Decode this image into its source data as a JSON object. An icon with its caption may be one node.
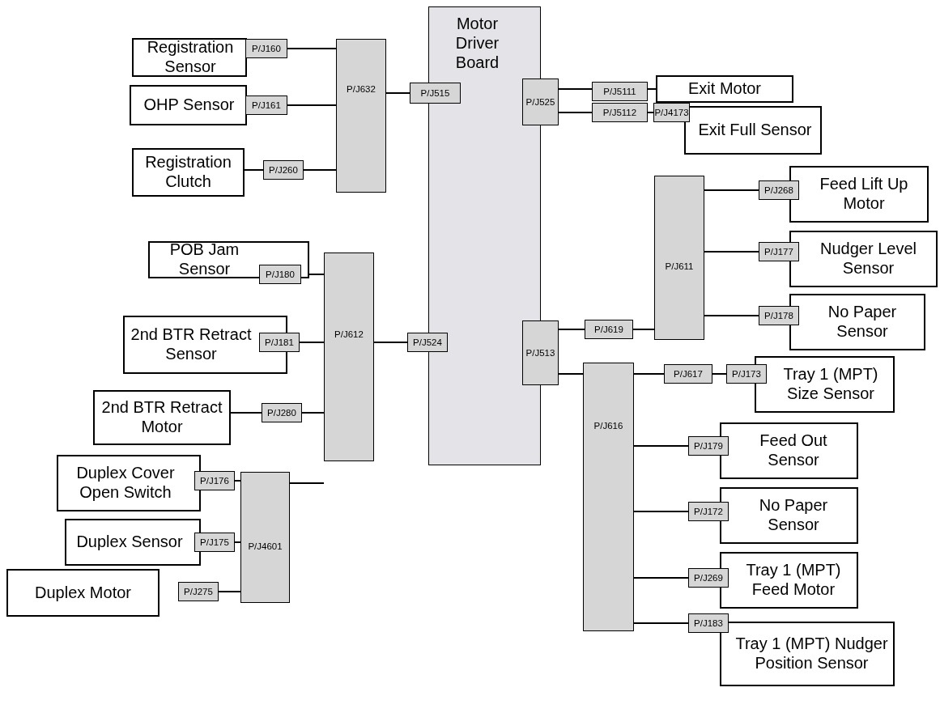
{
  "diagram": {
    "nodes": [
      {
        "text": [
          "Motor Driver Board"
        ]
      },
      {
        "text": [
          "Registration Sensor"
        ]
      },
      {
        "text": [
          "P/J160"
        ]
      },
      {
        "text": [
          "OHP Sensor"
        ]
      },
      {
        "text": [
          "P/J161"
        ]
      },
      {
        "text": [
          "Registration Clutch"
        ]
      },
      {
        "text": [
          "P/J260"
        ]
      },
      {
        "text": [
          "P/J632"
        ]
      },
      {
        "text": [
          "P/J515"
        ]
      },
      {
        "text": [
          "P/J525"
        ]
      },
      {
        "text": [
          "P/J5111"
        ]
      },
      {
        "text": [
          "Exit Motor"
        ]
      },
      {
        "text": [
          "P/J5112"
        ]
      },
      {
        "text": [
          "P/J4173"
        ]
      },
      {
        "text": [
          "Exit Full Sensor"
        ]
      },
      {
        "text": [
          "P/J611"
        ]
      },
      {
        "text": [
          "P/J268"
        ]
      },
      {
        "text": [
          "Feed Lift Up Motor"
        ]
      },
      {
        "text": [
          "P/J177"
        ]
      },
      {
        "text": [
          "Nudger Level Sensor"
        ]
      },
      {
        "text": [
          "P/J178"
        ]
      },
      {
        "text": [
          "No Paper Sensor"
        ]
      },
      {
        "text": [
          "POB Jam Sensor"
        ]
      },
      {
        "text": [
          "P/J180"
        ]
      },
      {
        "text": [
          "P/J612"
        ]
      },
      {
        "text": [
          "P/J524"
        ]
      },
      {
        "text": [
          "2nd BTR Retract Sensor"
        ]
      },
      {
        "text": [
          "P/J181"
        ]
      },
      {
        "text": [
          "P/J513"
        ]
      },
      {
        "text": [
          "P/J619"
        ]
      },
      {
        "text": [
          "2nd BTR Retract Motor"
        ]
      },
      {
        "text": [
          "P/J280"
        ]
      },
      {
        "text": [
          "P/J617"
        ]
      },
      {
        "text": [
          "P/J173"
        ]
      },
      {
        "text": [
          "Tray 1 (MPT) Size Sensor"
        ]
      },
      {
        "text": [
          "P/J616"
        ]
      },
      {
        "text": [
          "Feed Out Sensor"
        ]
      },
      {
        "text": [
          "P/J179"
        ]
      },
      {
        "text": [
          "Duplex Cover Open Switch"
        ]
      },
      {
        "text": [
          "P/J176"
        ]
      },
      {
        "text": [
          "P/J4601"
        ]
      },
      {
        "text": [
          "No Paper Sensor"
        ]
      },
      {
        "text": [
          "P/J172"
        ]
      },
      {
        "text": [
          "Duplex Sensor"
        ]
      },
      {
        "text": [
          "P/J175"
        ]
      },
      {
        "text": [
          "Tray 1 (MPT) Feed Motor"
        ]
      },
      {
        "text": [
          "P/J269"
        ]
      },
      {
        "text": [
          "Duplex Motor"
        ]
      },
      {
        "text": [
          "P/J275"
        ]
      },
      {
        "text": [
          "Tray 1 (MPT) Nudger Position Sensor"
        ]
      },
      {
        "text": [
          "P/J183"
        ]
      }
    ],
    "edges": [
      {
        "from": 2,
        "to": 7,
        "arrow": "none"
      },
      {
        "from": 4,
        "to": 7,
        "arrow": "none"
      },
      {
        "from": 5,
        "to": 6,
        "arrow": "none"
      },
      {
        "from": 6,
        "to": 7,
        "arrow": "none"
      },
      {
        "from": 7,
        "to": 8,
        "arrow": "none"
      },
      {
        "from": 9,
        "to": 10,
        "arrow": "none"
      },
      {
        "from": 10,
        "to": 11,
        "arrow": "none"
      },
      {
        "from": 9,
        "to": 12,
        "arrow": "none"
      },
      {
        "from": 12,
        "to": 13,
        "arrow": "none"
      },
      {
        "from": 28,
        "to": 29,
        "arrow": "none"
      },
      {
        "from": 29,
        "to": 15,
        "arrow": "none"
      },
      {
        "from": 15,
        "to": 16,
        "arrow": "none"
      },
      {
        "from": 15,
        "to": 18,
        "arrow": "none"
      },
      {
        "from": 15,
        "to": 20,
        "arrow": "none"
      },
      {
        "from": 25,
        "to": 24,
        "arrow": "none"
      },
      {
        "from": 24,
        "to": 23,
        "arrow": "none"
      },
      {
        "from": 24,
        "to": 27,
        "arrow": "none"
      },
      {
        "from": 24,
        "to": 31,
        "arrow": "none"
      },
      {
        "from": 31,
        "to": 30,
        "arrow": "none"
      },
      {
        "from": 28,
        "to": 35,
        "arrow": "none"
      },
      {
        "from": 35,
        "to": 32,
        "arrow": "none"
      },
      {
        "from": 32,
        "to": 33,
        "arrow": "none"
      },
      {
        "from": 35,
        "to": 37,
        "arrow": "none"
      },
      {
        "from": 35,
        "to": 42,
        "arrow": "none"
      },
      {
        "from": 35,
        "to": 46,
        "arrow": "none"
      },
      {
        "from": 35,
        "to": 50,
        "arrow": "none"
      },
      {
        "from": 40,
        "to": 24,
        "arrow": "none"
      },
      {
        "from": 40,
        "to": 39,
        "arrow": "none"
      },
      {
        "from": 40,
        "to": 44,
        "arrow": "none"
      },
      {
        "from": 40,
        "to": 48,
        "arrow": "none"
      }
    ]
  }
}
